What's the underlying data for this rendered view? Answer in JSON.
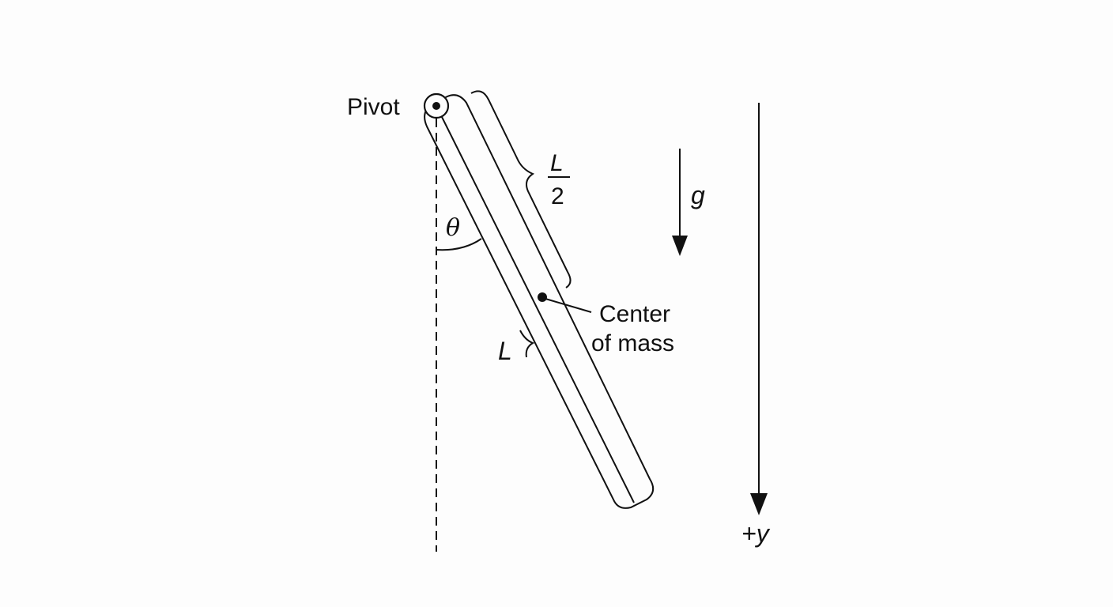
{
  "colors": {
    "ink": "#111111",
    "background": "#fdfdfd"
  },
  "labels": {
    "pivot": "Pivot",
    "half_length_numerator": "L",
    "half_length_denominator": "2",
    "gravity": "g",
    "angle": "θ",
    "center_of_mass_line1": "Center",
    "center_of_mass_line2": "of mass",
    "length": "L",
    "y_axis": "+y"
  }
}
